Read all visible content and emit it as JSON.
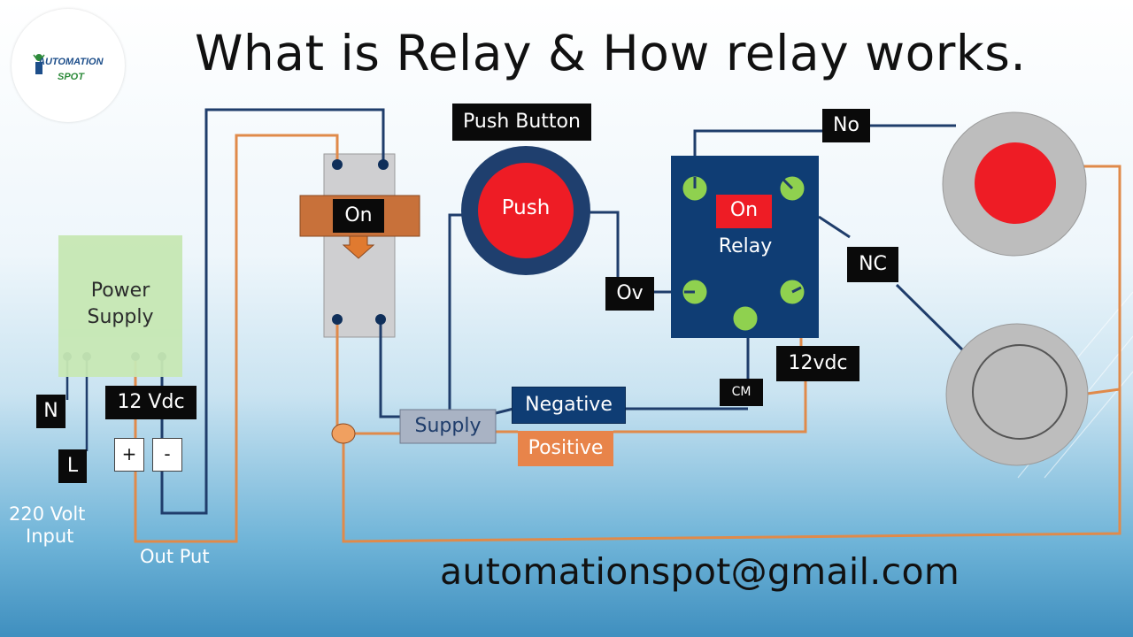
{
  "title": "What is Relay & How relay works.",
  "logo": {
    "line1": "AUTOMATION",
    "line2": "SPOT"
  },
  "power_supply": {
    "line1": "Power",
    "line2": "Supply"
  },
  "labels": {
    "n": "N",
    "l": "L",
    "vdc12": "12 Vdc",
    "plus": "+",
    "minus": "-",
    "input_line1": "220 Volt",
    "input_line2": "Input",
    "output": "Out Put",
    "on": "On",
    "push_button": "Push Button",
    "push": "Push",
    "ov": "Ov",
    "relay_on": "On",
    "relay": "Relay",
    "no": "No",
    "nc": "NC",
    "vdc12_relay": "12vdc",
    "cm": "CM",
    "supply": "Supply",
    "negative": "Negative",
    "positive": "Positive"
  },
  "email": "automationspot@gmail.com",
  "colors": {
    "blue_wire": "#1f3d6b",
    "orange_wire": "#e08a4a",
    "relay_body": "#0f3d74",
    "lamp_red": "#ee1c25"
  }
}
